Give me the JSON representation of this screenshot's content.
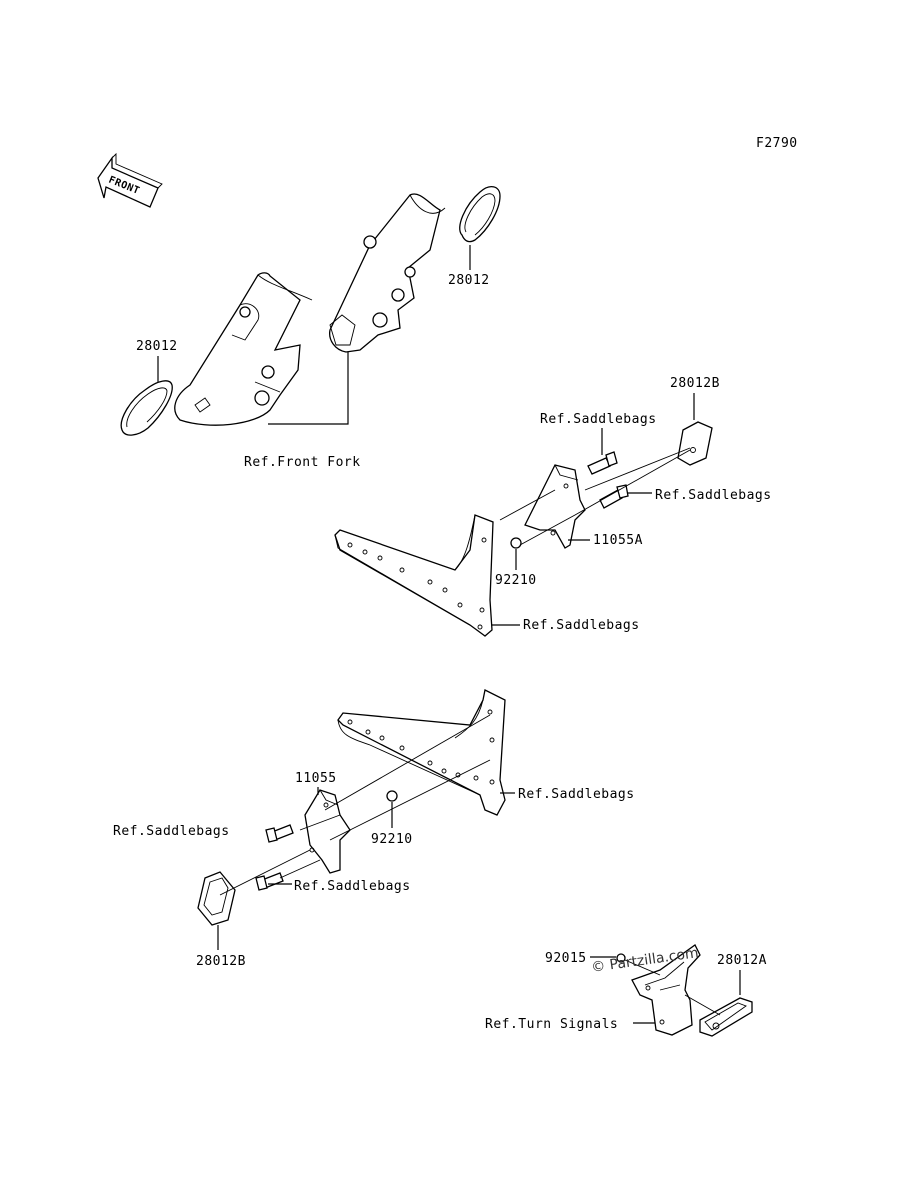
{
  "figure_code": "F2790",
  "front_arrow": {
    "label": "FRONT",
    "icon": "front-direction-arrow-icon"
  },
  "labels": {
    "p28012_right": "28012",
    "p28012_left": "28012",
    "ref_front_fork": "Ref.Front Fork",
    "p28012b_top": "28012B",
    "ref_saddlebags_1": "Ref.Saddlebags",
    "ref_saddlebags_2": "Ref.Saddlebags",
    "p11055a": "11055A",
    "p92210_top": "92210",
    "ref_saddlebags_3": "Ref.Saddlebags",
    "p11055": "11055",
    "ref_saddlebags_4": "Ref.Saddlebags",
    "ref_saddlebags_5": "Ref.Saddlebags",
    "p92210_bottom": "92210",
    "ref_saddlebags_6": "Ref.Saddlebags",
    "p28012b_bottom": "28012B",
    "p92015": "92015",
    "p28012a": "28012A",
    "ref_turn_signals": "Ref.Turn Signals"
  },
  "watermark": "© Partzilla.com"
}
